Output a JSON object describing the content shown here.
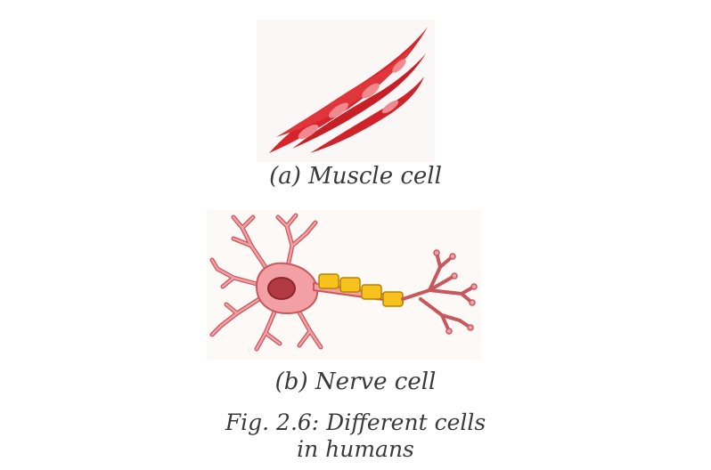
{
  "figure": {
    "muscle_caption": "(a) Muscle cell",
    "nerve_caption": "(b) Nerve cell",
    "figure_caption_line1": "Fig. 2.6: Different cells",
    "figure_caption_line2": "in humans"
  },
  "colors": {
    "muscle_fill": "#d9232a",
    "muscle_nucleus": "#f08a8e",
    "nerve_fill": "#f2a0a4",
    "nerve_outline": "#c9575e",
    "nerve_nucleus": "#b23a45",
    "myelin_fill": "#f6c21b",
    "myelin_outline": "#b58200"
  }
}
